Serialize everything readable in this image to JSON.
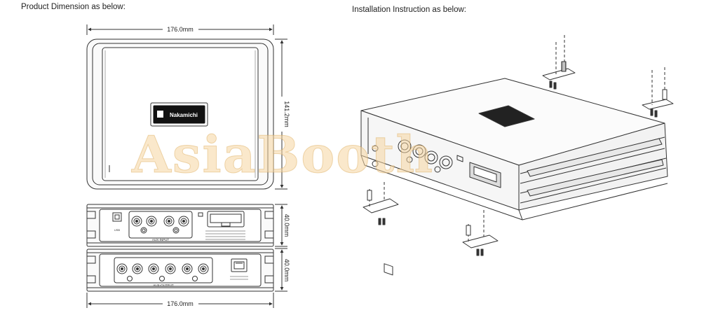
{
  "headings": {
    "dimension": "Product Dimension as below:",
    "installation": "Installation Instruction as below:"
  },
  "dimensions": {
    "width_top": "176.0mm",
    "depth_side": "141.2mm",
    "height_front": "40.0mm",
    "height_rear": "40.0mm",
    "width_bottom": "176.0mm"
  },
  "brand": {
    "logo": "Nakamichi"
  },
  "front_panel": {
    "usb_label": "USB",
    "group_label": "AUX-INPUT"
  },
  "rear_panel": {
    "group_label": "AUX-OUTPUT"
  },
  "watermark": "AsiaBooth",
  "colors": {
    "line": "#333333",
    "panel": "#f7f7f7",
    "watermark": "#f5d6a0"
  }
}
